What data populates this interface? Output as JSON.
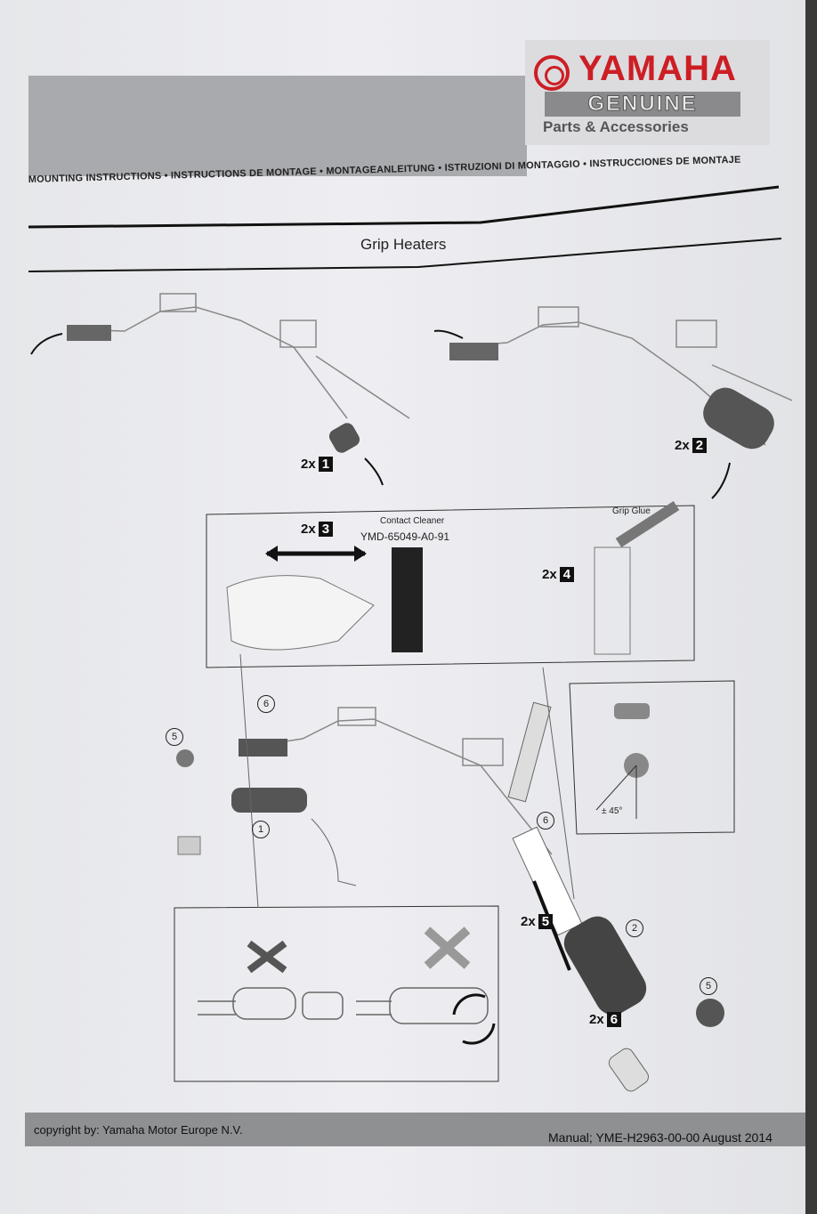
{
  "brand": {
    "name": "YAMAHA",
    "line2": "GENUINE",
    "line3": "Parts & Accessories",
    "color": "#cc1e24"
  },
  "header": {
    "languages": "MOUNTING INSTRUCTIONS • INSTRUCTIONS DE MONTAGE • MONTAGEANLEITUNG • ISTRUZIONI DI MONTAGGIO • INSTRUCCIONES DE MONTAJE"
  },
  "title": "Grip Heaters",
  "steps": [
    {
      "qty": "2x",
      "num": "1"
    },
    {
      "qty": "2x",
      "num": "2"
    },
    {
      "qty": "2x",
      "num": "3"
    },
    {
      "qty": "2x",
      "num": "4"
    },
    {
      "qty": "2x",
      "num": "5"
    },
    {
      "qty": "2x",
      "num": "6"
    }
  ],
  "products": {
    "cleaner_label": "Contact Cleaner",
    "cleaner_code": "YMD-65049-A0-91",
    "glue_label": "Grip Glue"
  },
  "callouts": {
    "c1": "1",
    "c2": "2",
    "c5": "5",
    "c6": "6"
  },
  "angle": "± 45°",
  "footer": {
    "copyright": "copyright by: Yamaha Motor Europe N.V.",
    "manual": "Manual; YME-H2963-00-00 August 2014"
  }
}
